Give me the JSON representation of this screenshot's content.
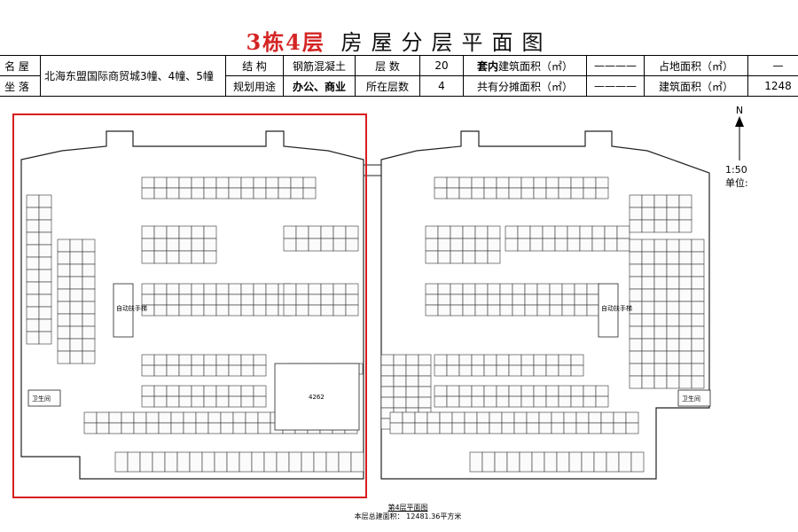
{
  "title": {
    "building": "3栋",
    "floor": "4层",
    "rest": "房屋分层平面图"
  },
  "info_table": {
    "row1": {
      "c1": "名 屋",
      "c2": "北海东盟国际商贸城3幢、4幢、5幢",
      "c3": "结 构",
      "c4": "钢筋混凝土",
      "c5": "层 数",
      "c6": "20",
      "c7_bold": "套内",
      "c7": "建筑面积（㎡）",
      "c8": "————",
      "c9": "占地面积（㎡）",
      "c10": "—"
    },
    "row2": {
      "c1": "坐 落",
      "c3": "规划用途",
      "c4": "办公、商业",
      "c5": "所在层数",
      "c6": "4",
      "c7": "共有分摊面积（㎡）",
      "c8": "————",
      "c9": "建筑面积（㎡）",
      "c10": "1248"
    }
  },
  "north_label": "N",
  "scale": {
    "ratio": "1:50",
    "unit": "单位:"
  },
  "plan_labels": {
    "escalator_left": "自动扶手梯",
    "escalator_right": "自动扶手梯",
    "toilet_left": "卫生间",
    "toilet_right": "卫生间",
    "center_room": "4262"
  },
  "caption": {
    "line1": "第4层平面图",
    "line2": "本层总建面积： 12481.36平方米"
  },
  "colors": {
    "highlight": "#d81e1e",
    "title_red": "#d42424"
  }
}
